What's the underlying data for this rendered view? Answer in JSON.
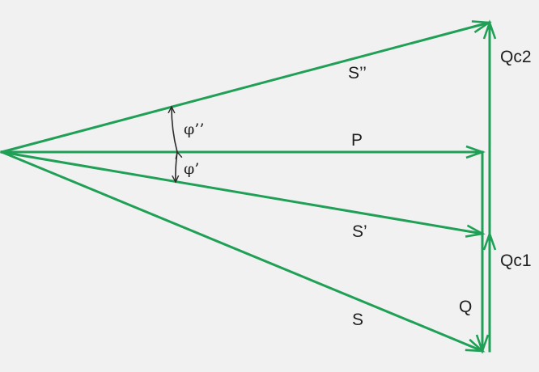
{
  "labels": {
    "s_double_prime": "S’’",
    "s_prime": "S’",
    "s": "S",
    "p": "P",
    "q": "Q",
    "qc1": "Qc1",
    "qc2": "Qc2",
    "phi_double_prime": "φ’’",
    "phi_prime": "φ’"
  },
  "colors": {
    "vector": "#1fa056",
    "text": "#1e1e1e",
    "background": "#f1f1f1"
  }
}
